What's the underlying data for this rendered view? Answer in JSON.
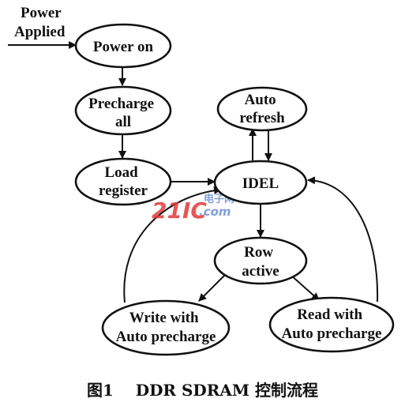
{
  "diagram": {
    "power_label": [
      "Power",
      "Applied"
    ],
    "nodes": {
      "power_on": {
        "lines": [
          "Power on"
        ]
      },
      "precharge": {
        "lines": [
          "Precharge",
          "all"
        ]
      },
      "load": {
        "lines": [
          "Load",
          "register"
        ]
      },
      "auto": {
        "lines": [
          "Auto",
          "refresh"
        ]
      },
      "idel": {
        "lines": [
          "IDEL"
        ]
      },
      "row": {
        "lines": [
          "Row",
          "active"
        ]
      },
      "write": {
        "lines": [
          "Write with",
          "Auto precharge"
        ]
      },
      "read": {
        "lines": [
          "Read with",
          "Auto precharge"
        ]
      }
    },
    "watermark": {
      "text": "21IC",
      "sub": "电子网",
      "sub2": ".com"
    }
  },
  "caption": "图1    DDR SDRAM 控制流程",
  "colors": {
    "ink": "#111111",
    "watermark": "#e23a3a",
    "watermark_blue": "#6b8fd8"
  }
}
